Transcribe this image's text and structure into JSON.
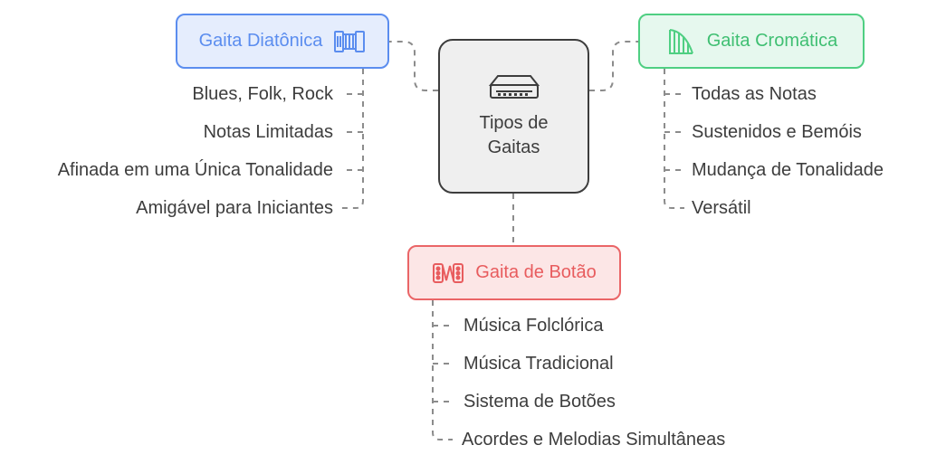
{
  "center": {
    "title": "Tipos de Gaitas",
    "icon": "harmonica-icon"
  },
  "branches": {
    "diatonica": {
      "label": "Gaita Diatônica",
      "icon": "accordion-icon",
      "color": "#5b8def",
      "items": [
        "Blues, Folk, Rock",
        "Notas Limitadas",
        "Afinada em uma Única Tonalidade",
        "Amigável para Iniciantes"
      ]
    },
    "cromatica": {
      "label": "Gaita Cromática",
      "icon": "harp-icon",
      "color": "#4fcf82",
      "items": [
        "Todas as Notas",
        "Sustenidos e Bemóis",
        "Mudança de Tonalidade",
        "Versátil"
      ]
    },
    "botao": {
      "label": "Gaita de Botão",
      "icon": "button-accordion-icon",
      "color": "#ea6567",
      "items": [
        "Música Folclórica",
        "Música Tradicional",
        "Sistema de Botões",
        "Acordes e Melodias Simultâneas"
      ]
    }
  }
}
